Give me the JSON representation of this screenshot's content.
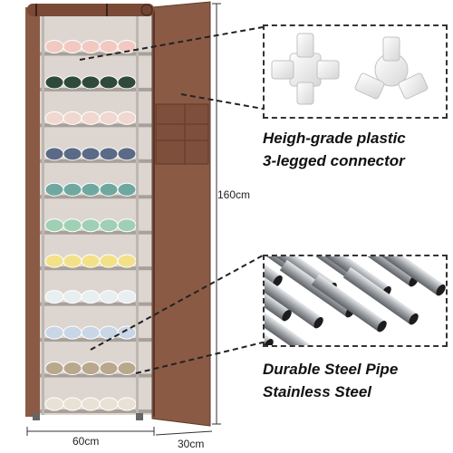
{
  "dimensions": {
    "height": "160cm",
    "width": "60cm",
    "depth": "30cm"
  },
  "callouts": {
    "connector": {
      "line1": "Heigh-grade plastic",
      "line2": "3-legged connector",
      "icon": "plastic-connector-icon"
    },
    "pipe": {
      "line1": "Durable Steel Pipe",
      "line2": "Stainless Steel",
      "icon": "steel-pipe-icon"
    }
  },
  "colors": {
    "cover_brown": "#8b5a45",
    "cover_brown_dark": "#6e4533",
    "shelf_bg": "#d9d2cc",
    "steel": "#9ea2a6",
    "connector_white": "#f3f3f3"
  },
  "shoe_colors": [
    "#f2c9c0",
    "#2f4a3a",
    "#f0d7d0",
    "#5b6a86",
    "#6fa8a0",
    "#9fd0b4",
    "#f3e18a",
    "#e9eef0",
    "#c8d6e6",
    "#b9a88e",
    "#e7e2d5"
  ]
}
